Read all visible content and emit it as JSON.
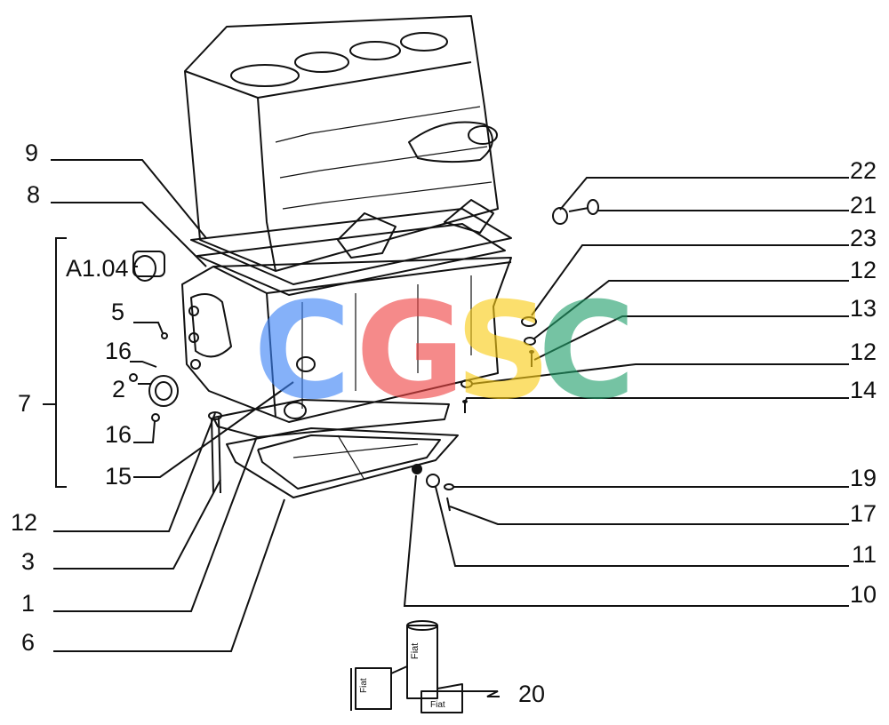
{
  "labels": {
    "l9": "9",
    "l8": "8",
    "la104": "A1.04",
    "l5": "5",
    "l16a": "16",
    "l2": "2",
    "l16b": "16",
    "l7": "7",
    "l15": "15",
    "l12a": "12",
    "l3": "3",
    "l1": "1",
    "l6": "6",
    "l22": "22",
    "l21": "21",
    "l23": "23",
    "l12b": "12",
    "l13": "13",
    "l12c": "12",
    "l14": "14",
    "l19": "19",
    "l17": "17",
    "l11": "11",
    "l10": "10",
    "l20": "20"
  },
  "watermark": {
    "c1": "C",
    "g": "G",
    "s": "S",
    "c2": "C",
    "colors": {
      "blue": "#3b82f6",
      "red": "#ef4444",
      "yellow": "#facc15",
      "green": "#22a06b"
    }
  },
  "product": {
    "text": "Fiat"
  }
}
